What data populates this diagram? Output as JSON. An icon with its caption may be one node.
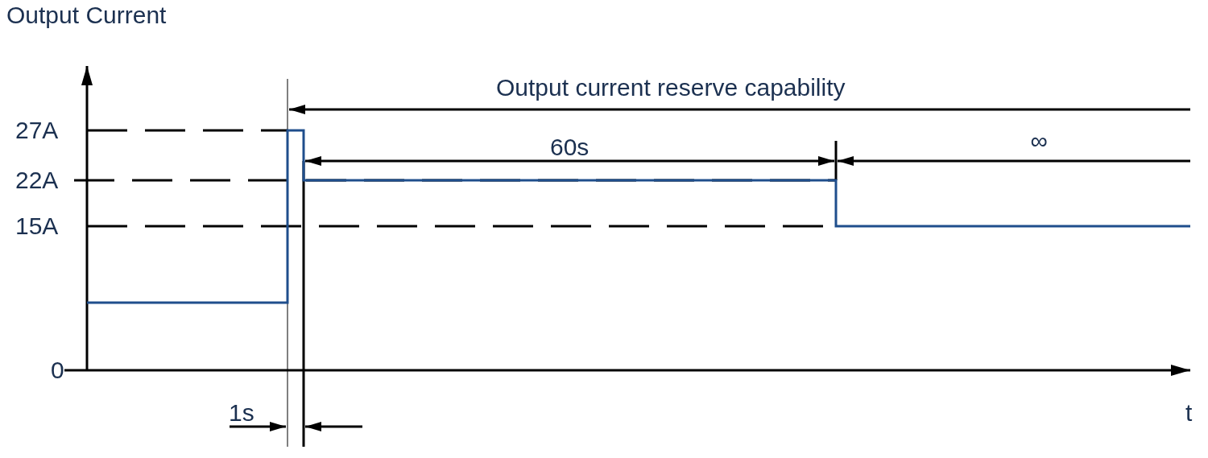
{
  "diagram": {
    "labels": [
      "Output Current",
      "Output current reserve capability",
      "27A",
      "60s",
      "∞",
      "22A",
      "15A",
      "0",
      "1s",
      "t"
    ]
  }
}
